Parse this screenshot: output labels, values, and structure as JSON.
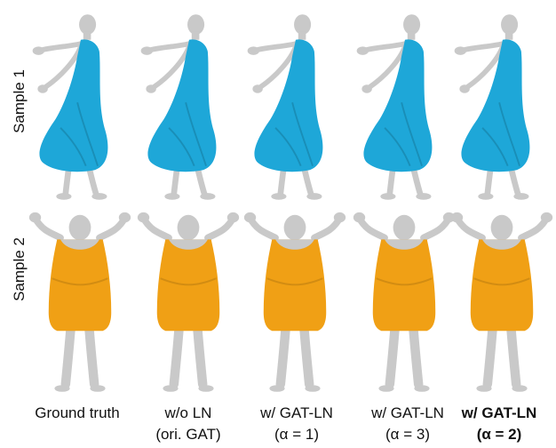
{
  "rows": [
    {
      "label": "Sample 1",
      "dress_color": "#1ea7d8"
    },
    {
      "label": "Sample 2",
      "dress_color": "#f0a015"
    }
  ],
  "body_color": "#c9c9c9",
  "columns": [
    {
      "line1": "Ground truth",
      "line2": "",
      "emphasis": false
    },
    {
      "line1": "w/o LN",
      "line2": "(ori. GAT)",
      "emphasis": false
    },
    {
      "line1": "w/ GAT-LN",
      "line2": "(α = 1)",
      "emphasis": false
    },
    {
      "line1": "w/ GAT-LN",
      "line2": "(α = 3)",
      "emphasis": false
    },
    {
      "line1": "w/ GAT-LN",
      "line2": "(α = 2)",
      "emphasis": true
    }
  ]
}
